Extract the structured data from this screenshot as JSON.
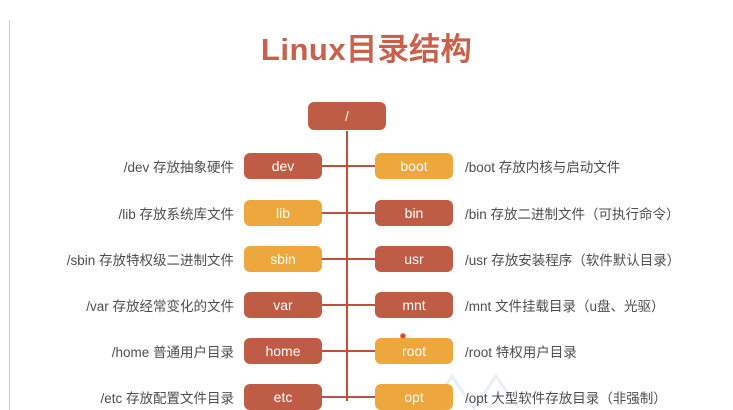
{
  "page": {
    "title": "Linux目录结构",
    "title_color": "#c9604c",
    "background": "#ffffff"
  },
  "colors": {
    "brick": "#bf5c46",
    "orange": "#eda73c",
    "line": "#c1503a",
    "text": "#4d4d4d",
    "rule": "#c9cdd2",
    "marker": "#e8402a"
  },
  "tree": {
    "root": {
      "label": "/",
      "color": "brick"
    },
    "left_branches": [
      {
        "label": "dev",
        "color": "brick",
        "desc": "/dev 存放抽象硬件"
      },
      {
        "label": "lib",
        "color": "orange",
        "desc": "/lib 存放系统库文件"
      },
      {
        "label": "sbin",
        "color": "orange",
        "desc": "/sbin 存放特权级二进制文件"
      },
      {
        "label": "var",
        "color": "brick",
        "desc": "/var 存放经常变化的文件"
      },
      {
        "label": "home",
        "color": "brick",
        "desc": "/home 普通用户目录"
      },
      {
        "label": "etc",
        "color": "brick",
        "desc": "/etc 存放配置文件目录"
      }
    ],
    "right_branches": [
      {
        "label": "boot",
        "color": "orange",
        "desc": "/boot 存放内核与启动文件"
      },
      {
        "label": "bin",
        "color": "brick",
        "desc": "/bin 存放二进制文件（可执行命令）"
      },
      {
        "label": "usr",
        "color": "brick",
        "desc": "/usr 存放安装程序（软件默认目录）"
      },
      {
        "label": "mnt",
        "color": "brick",
        "desc": "/mnt 文件挂载目录（u盘、光驱）"
      },
      {
        "label": "root",
        "color": "orange",
        "desc": "/root 特权用户目录"
      },
      {
        "label": "opt",
        "color": "orange",
        "desc": "/opt 大型软件存放目录（非强制）"
      }
    ]
  },
  "marker": {
    "name": "pointer-dot",
    "attached_to": "root"
  }
}
